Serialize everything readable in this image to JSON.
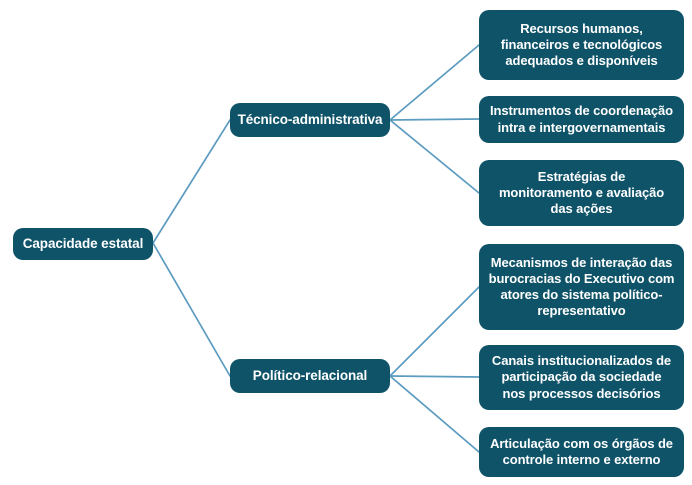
{
  "diagram": {
    "type": "mind-map",
    "title": "Capacidade estatal",
    "palette": {
      "node_fill": "#0f5369",
      "node_text": "#ffffff",
      "connector": "#5b9bc0",
      "background": "#ffffff"
    },
    "root": {
      "label": "Capacidade estatal"
    },
    "branches": [
      {
        "label": "Técnico-administrativa",
        "children": [
          {
            "label": "Recursos humanos,\nfinanceiros e tecnológicos\nadequados e disponíveis"
          },
          {
            "label": "Instrumentos de coordenação\nintra e intergovernamentais"
          },
          {
            "label": "Estratégias de\nmonitoramento e avaliação\ndas ações"
          }
        ]
      },
      {
        "label": "Político-relacional",
        "children": [
          {
            "label": "Mecanismos de interação das\nburocracias do Executivo com\natores do sistema político-\nrepresentativo"
          },
          {
            "label": "Canais institucionalizados de\nparticipação da sociedade\nnos processos decisórios"
          },
          {
            "label": "Articulação com os órgãos de\ncontrole interno e externo"
          }
        ]
      }
    ]
  }
}
